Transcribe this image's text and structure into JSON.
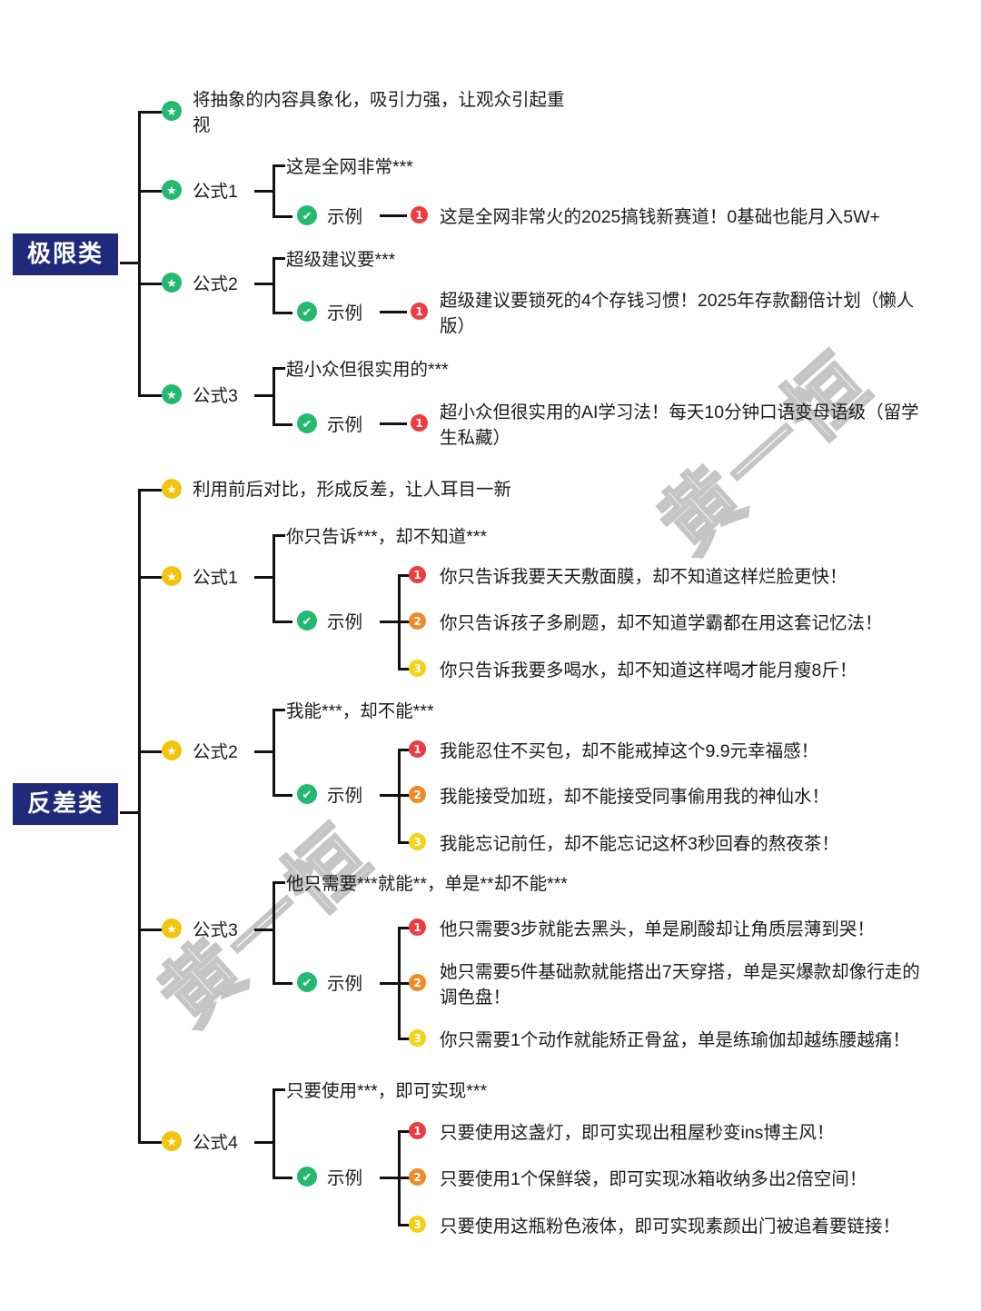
{
  "watermark": {
    "text": "黄一恒"
  },
  "colors": {
    "root_bg": "#1f2a7a",
    "green": "#24b871",
    "yellow": "#f3c40d",
    "red": "#ef3c41",
    "orange": "#f08a27",
    "gold": "#f5d218",
    "line": "#111111"
  },
  "icons": {
    "star": "★",
    "check": "✔",
    "num1": "❶",
    "num2": "❷",
    "num3": "❸"
  },
  "labels": {
    "example": "示例",
    "formula1": "公式1",
    "formula2": "公式2",
    "formula3": "公式3",
    "formula4": "公式4"
  },
  "branches": [
    {
      "name": "极限类",
      "accent": "green",
      "intro": "将抽象的内容具象化，吸引力强，让观众引起重\n视",
      "formulas": [
        {
          "label": "公式1",
          "pattern": "这是全网非常***",
          "example_label": "示例",
          "examples": [
            {
              "n": "1",
              "text": "这是全网非常火的2025搞钱新赛道！0基础也能月入5W+"
            }
          ]
        },
        {
          "label": "公式2",
          "pattern": "超级建议要***",
          "example_label": "示例",
          "examples": [
            {
              "n": "1",
              "text": "超级建议要锁死的4个存钱习惯！2025年存款翻倍计划（懒人\n版）"
            }
          ]
        },
        {
          "label": "公式3",
          "pattern": "超小众但很实用的***",
          "example_label": "示例",
          "examples": [
            {
              "n": "1",
              "text": "超小众但很实用的AI学习法！每天10分钟口语变母语级（留学\n生私藏）"
            }
          ]
        }
      ]
    },
    {
      "name": "反差类",
      "accent": "yellow",
      "intro": "利用前后对比，形成反差，让人耳目一新",
      "formulas": [
        {
          "label": "公式1",
          "pattern": "你只告诉***，却不知道***",
          "example_label": "示例",
          "examples": [
            {
              "n": "1",
              "text": "你只告诉我要天天敷面膜，却不知道这样烂脸更快！"
            },
            {
              "n": "2",
              "text": "你只告诉孩子多刷题，却不知道学霸都在用这套记忆法！"
            },
            {
              "n": "3",
              "text": "你只告诉我要多喝水，却不知道这样喝才能月瘦8斤！"
            }
          ]
        },
        {
          "label": "公式2",
          "pattern": "我能***，却不能***",
          "example_label": "示例",
          "examples": [
            {
              "n": "1",
              "text": "我能忍住不买包，却不能戒掉这个9.9元幸福感！"
            },
            {
              "n": "2",
              "text": "我能接受加班，却不能接受同事偷用我的神仙水！"
            },
            {
              "n": "3",
              "text": "我能忘记前任，却不能忘记这杯3秒回春的熬夜茶！"
            }
          ]
        },
        {
          "label": "公式3",
          "pattern": "他只需要***就能**，单是**却不能***",
          "example_label": "示例",
          "examples": [
            {
              "n": "1",
              "text": "他只需要3步就能去黑头，单是刷酸却让角质层薄到哭！"
            },
            {
              "n": "2",
              "text": "她只需要5件基础款就能搭出7天穿搭，单是买爆款却像行走的\n调色盘！"
            },
            {
              "n": "3",
              "text": "你只需要1个动作就能矫正骨盆，单是练瑜伽却越练腰越痛！"
            }
          ]
        },
        {
          "label": "公式4",
          "pattern": "只要使用***，即可实现***",
          "example_label": "示例",
          "examples": [
            {
              "n": "1",
              "text": "只要使用这盏灯，即可实现出租屋秒变ins博主风！"
            },
            {
              "n": "2",
              "text": "只要使用1个保鲜袋，即可实现冰箱收纳多出2倍空间！"
            },
            {
              "n": "3",
              "text": "只要使用这瓶粉色液体，即可实现素颜出门被追着要链接！"
            }
          ]
        }
      ]
    }
  ]
}
